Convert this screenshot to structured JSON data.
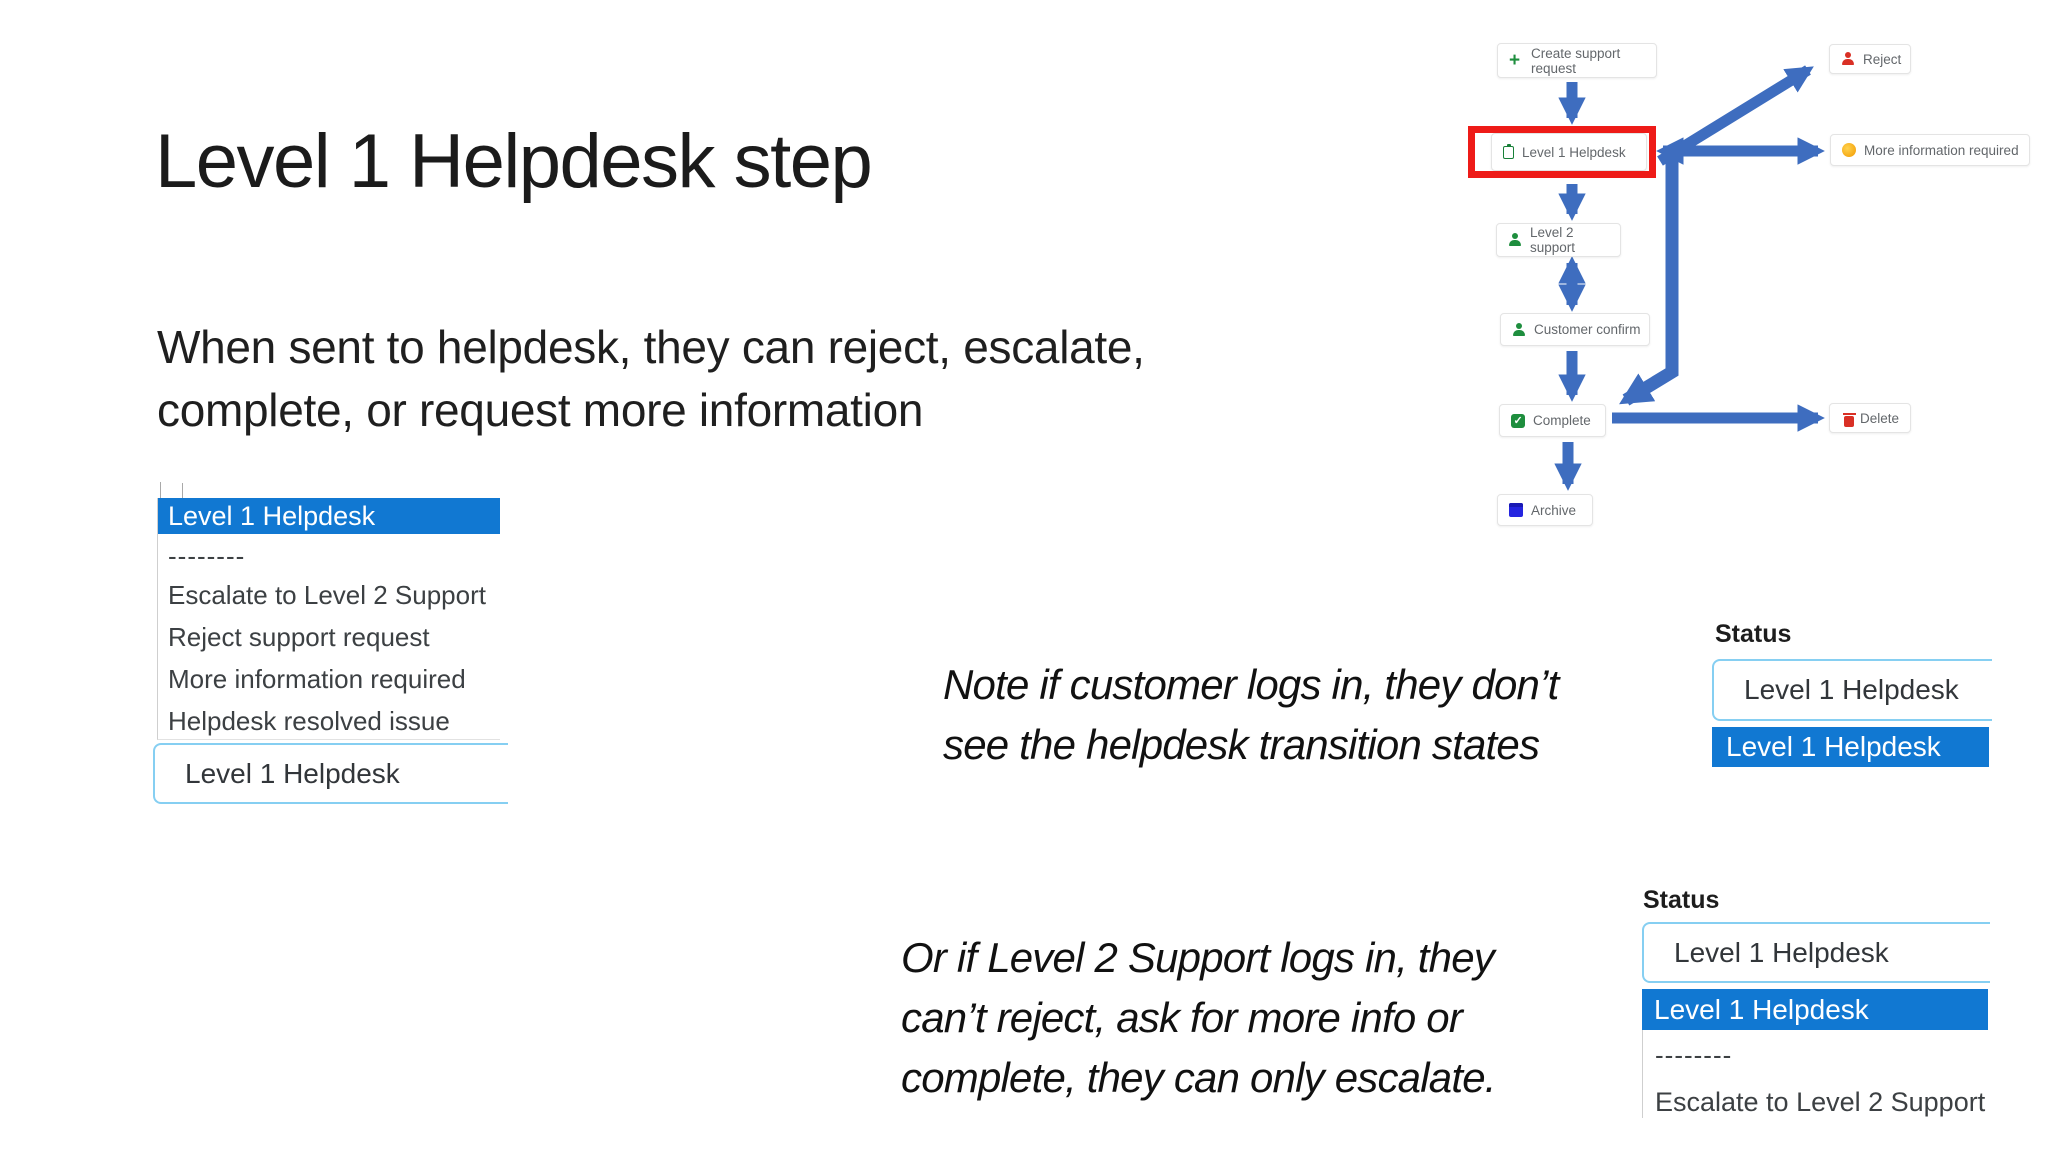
{
  "slide": {
    "title": "Level 1 Helpdesk step",
    "body": {
      "line1": "When sent to helpdesk, they can reject, escalate,",
      "line2": "complete, or request more information"
    },
    "note_customer": {
      "line1": "Note if customer logs in, they don’t",
      "line2": "see the helpdesk transition states"
    },
    "note_level2": {
      "line1": "Or if Level 2 Support logs in, they",
      "line2": "can’t reject, ask for more info or",
      "line3": "complete, they can only escalate."
    }
  },
  "dropdown_menu": {
    "selected": "Level 1 Helpdesk",
    "separator": "--------",
    "items": [
      "Escalate to Level 2 Support",
      "Reject support request",
      "More information required",
      "Helpdesk resolved issue"
    ],
    "select_value": "Level 1 Helpdesk"
  },
  "status_panel_customer": {
    "label": "Status",
    "select_value": "Level 1 Helpdesk",
    "highlighted_item": "Level 1 Helpdesk"
  },
  "status_panel_level2": {
    "label": "Status",
    "select_value": "Level 1 Helpdesk",
    "highlighted_item": "Level 1 Helpdesk",
    "separator": "--------",
    "item": "Escalate to Level 2 Support"
  },
  "workflow": {
    "nodes": [
      {
        "label": "Create support request",
        "icon": "plus-icon"
      },
      {
        "label": "Level 1 Helpdesk",
        "icon": "clipboard-icon"
      },
      {
        "label": "Level 2 support",
        "icon": "person-icon"
      },
      {
        "label": "Customer confirm",
        "icon": "person-check-icon"
      },
      {
        "label": "Complete",
        "icon": "checkbox-icon"
      },
      {
        "label": "Archive",
        "icon": "archive-box-icon"
      },
      {
        "label": "Reject",
        "icon": "person-reject-icon"
      },
      {
        "label": "More information required",
        "icon": "alert-circle-icon"
      },
      {
        "label": "Delete",
        "icon": "trash-icon"
      }
    ]
  },
  "colors": {
    "highlight_blue": "#1178d2",
    "arrow_blue": "#3e6dbf",
    "red_highlight_box": "#ee1b18",
    "select_border": "#86cff2",
    "menu_text": "#3c4043",
    "node_text": "#63676b"
  }
}
